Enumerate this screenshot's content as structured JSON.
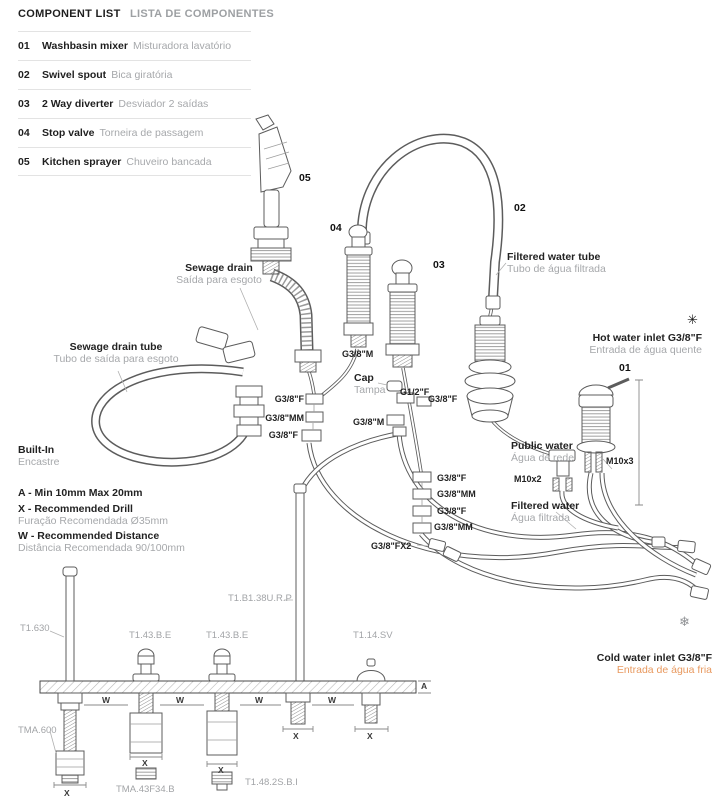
{
  "header": {
    "title_en": "COMPONENT LIST",
    "title_pt": "LISTA DE COMPONENTES"
  },
  "component_list": [
    {
      "num": "01",
      "en": "Washbasin mixer",
      "pt": "Misturadora lavatório"
    },
    {
      "num": "02",
      "en": "Swivel spout",
      "pt": "Bica giratória"
    },
    {
      "num": "03",
      "en": "2 Way diverter",
      "pt": "Desviador 2 saídas"
    },
    {
      "num": "04",
      "en": "Stop valve",
      "pt": "Torneira de passagem"
    },
    {
      "num": "05",
      "en": "Kitchen sprayer",
      "pt": "Chuveiro bancada"
    }
  ],
  "callouts": {
    "c01": "01",
    "c02": "02",
    "c03": "03",
    "c04": "04",
    "c05": "05"
  },
  "labels": {
    "sewage_drain": {
      "en": "Sewage  drain",
      "pt": "Saída para esgoto"
    },
    "sewage_drain_tube": {
      "en": "Sewage  drain tube",
      "pt": "Tubo de saída para esgoto"
    },
    "filtered_water_tube": {
      "en": "Filtered water tube",
      "pt": "Tubo de água filtrada"
    },
    "hot_water_inlet": {
      "en": "Hot water inlet G3/8\"F",
      "pt": "Entrada de água quente"
    },
    "cold_water_inlet": {
      "en": "Cold water inlet G3/8\"F",
      "pt": "Entrada de água fria"
    },
    "public_water": {
      "en": "Public water",
      "pt": "Água de rede"
    },
    "filtered_water": {
      "en": "Filtered water",
      "pt": "Água filtrada"
    },
    "built_in": {
      "en": "Built-In",
      "pt": "Encastre"
    },
    "cap": {
      "en": "Cap",
      "pt": "Tampa"
    }
  },
  "notes": {
    "a": {
      "en": "A - Min 10mm Max 20mm",
      "pt": ""
    },
    "x": {
      "en": "X - Recommended Drill",
      "pt": "Furação Recomendada Ø35mm"
    },
    "w": {
      "en": "W - Recommended Distance",
      "pt": "Distância Recomendada 90/100mm"
    }
  },
  "fittings": {
    "g38m_a": "G3/8\"M",
    "g38m_b": "G3/8\"M",
    "g12f": "G1/2\"F",
    "g38f_a": "G3/8\"F",
    "g38f_b": "G3/8\"F",
    "g38f_c": "G3/8\"F",
    "g38f_d": "G3/8\"F",
    "g38f_e": "G3/8\"F",
    "g38mm_a": "G3/8\"MM",
    "g38mm_b": "G3/8\"MM",
    "g38mm_c": "G3/8\"MM",
    "g38fx2": "G3/8\"FX2",
    "m10x2": "M10x2",
    "m10x3": "M10x3"
  },
  "part_codes": {
    "t1_630": "T1.630",
    "t1_43_be_a": "T1.43.B.E",
    "t1_43_be_b": "T1.43.B.E",
    "t1_b1_38u_r_p": "T1.B1.38U.R.P",
    "t1_14_sv": "T1.14.SV",
    "tma_600": "TMA.600",
    "tma_43f34_b": "TMA.43F34.B",
    "t1_48_2s_b_i": "T1.48.2S.B.I"
  },
  "dimensions": {
    "a": "A",
    "w": "W",
    "x": "X"
  },
  "icons": {
    "hot": "✳",
    "cold": "❄"
  },
  "colors": {
    "text_dark": "#2b2b2b",
    "text_gray": "#a6a8ab",
    "accent_orange": "#e8995f",
    "line": "#5c5c5c"
  }
}
